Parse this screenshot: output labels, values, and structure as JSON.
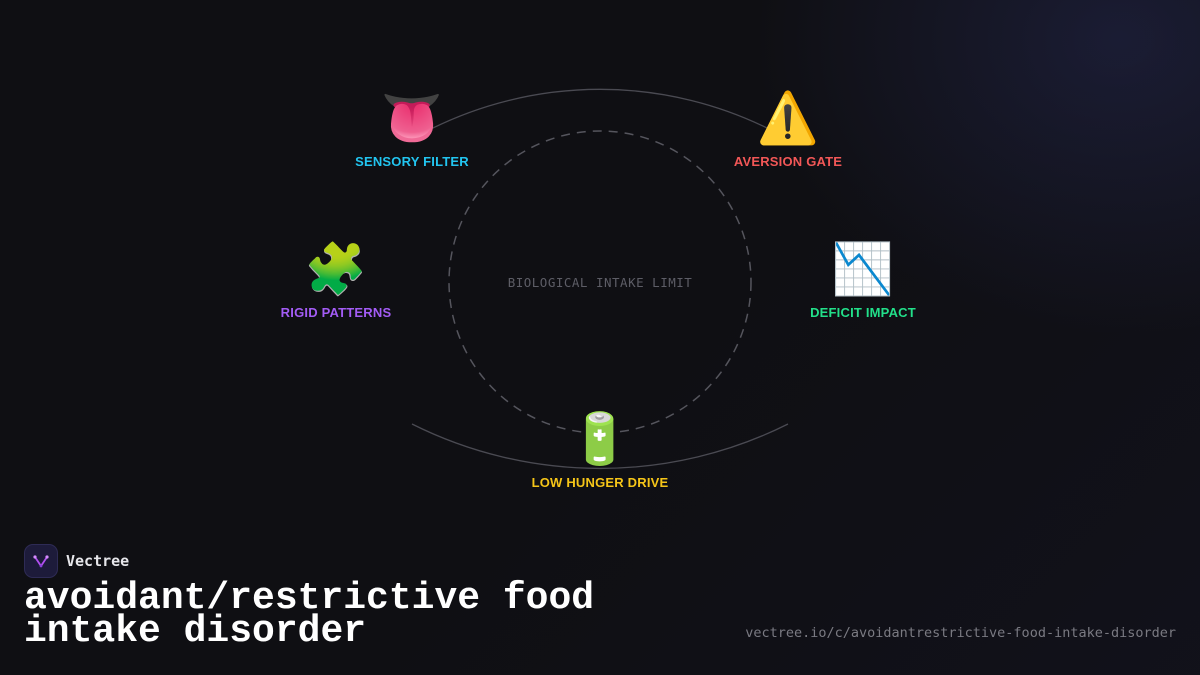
{
  "diagram": {
    "center_label": "BIOLOGICAL INTAKE LIMIT",
    "nodes": [
      {
        "label": "SENSORY FILTER",
        "icon": "tongue-icon",
        "glyph": "👅",
        "color": "#22c5f0"
      },
      {
        "label": "AVERSION GATE",
        "icon": "warning-icon",
        "glyph": "⚠️",
        "color": "#f25757"
      },
      {
        "label": "RIGID PATTERNS",
        "icon": "puzzle-icon",
        "glyph": "🧩",
        "color": "#a35cf5"
      },
      {
        "label": "DEFICIT IMPACT",
        "icon": "chart-decreasing-icon",
        "glyph": "📉",
        "color": "#22e08a"
      },
      {
        "label": "LOW HUNGER DRIVE",
        "icon": "battery-icon",
        "glyph": "🔋",
        "color": "#f5c518"
      }
    ]
  },
  "footer": {
    "brand": "Vectree",
    "logo_icon": "vectree-logo-icon",
    "title": "avoidant/restrictive food intake disorder",
    "url": "vectree.io/c/avoidantrestrictive-food-intake-disorder"
  },
  "colors": {
    "background": "#0f0f13",
    "circle_stroke": "#4a4a52",
    "logo_accent": "#b14ff0"
  }
}
